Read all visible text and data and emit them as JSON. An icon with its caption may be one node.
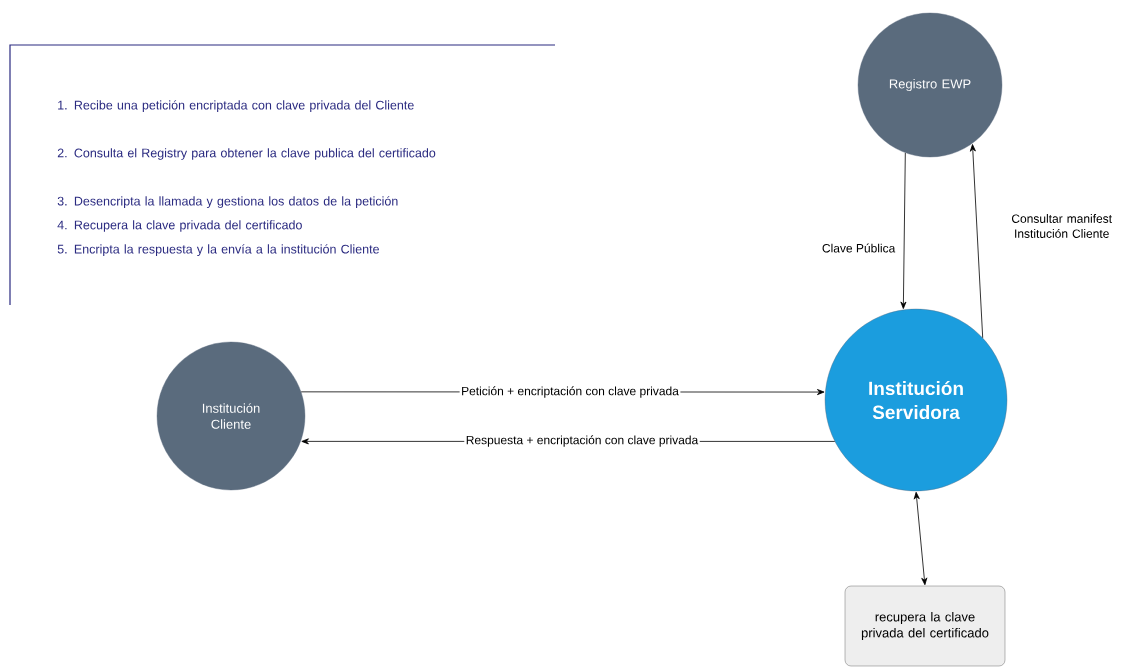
{
  "diagram": {
    "nodes": [
      {
        "text": [
          "Registro EWP"
        ]
      },
      {
        "text": [
          "Institución Cliente"
        ]
      },
      {
        "text": [
          "Institución Servidora"
        ]
      },
      {
        "text": [
          "recupera la clave privada del certificado"
        ]
      }
    ],
    "edges": [
      {
        "from": 0,
        "to": 2,
        "arrow": "to",
        "label": "Clave Pública"
      },
      {
        "from": 2,
        "to": 0,
        "arrow": "to",
        "label": "Consultar manifest Institución Cliente"
      },
      {
        "from": 1,
        "to": 2,
        "arrow": "to",
        "label": "Petición + encriptación con clave privada"
      },
      {
        "from": 2,
        "to": 1,
        "arrow": "to",
        "label": "Respuesta + encriptación con clave privada"
      },
      {
        "from": 2,
        "to": 3,
        "arrow": "both"
      }
    ],
    "labels": [
      "1. Recibe una petición encriptada con clave privada del Cliente",
      "2. Consulta el Registry para obtener la clave publica del certificado",
      "3. Desencripta la llamada y gestiona los datos de la petición",
      "4. Recupera la clave privada del certificado",
      "5. Encripta la respuesta y la envía a la institución Cliente"
    ]
  }
}
